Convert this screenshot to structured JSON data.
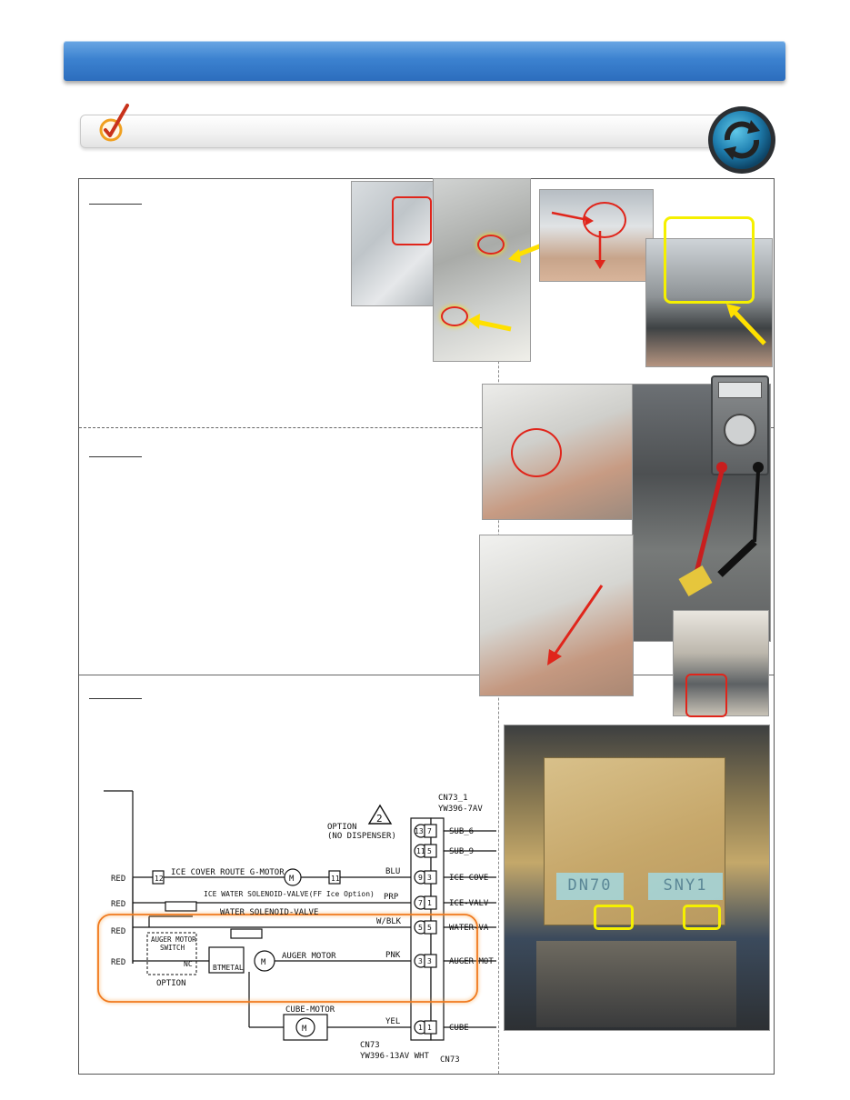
{
  "header": {
    "title": ""
  },
  "subheader": {
    "text": ""
  },
  "icons": {
    "check": "check-pen-icon",
    "refresh": "refresh-arrows-icon"
  },
  "colors": {
    "title_bar": "#3c82d0",
    "highlight_red": "#e0251b",
    "highlight_yellow": "#f5f000",
    "arrow_yellow": "#ffe000",
    "schematic_box": "#f07a1f",
    "pcb_display": "#a0dceb"
  },
  "meter": {
    "readout": ""
  },
  "pcb": {
    "display1": "DN70",
    "display2": "SNY1"
  },
  "schematic": {
    "option_label": "OPTION",
    "no_dispenser": "(NO DISPENSER)",
    "note_number": "2",
    "conn_top": "CN73_1",
    "conn_top_part": "YW396-7AV",
    "conn_bottom": "CN73",
    "conn_bottom_part": "YW396-13AV WHT",
    "conn_bottom_right": "CN73",
    "red": "RED",
    "components": {
      "ice_cover": "ICE COVER ROUTE G-MOTOR",
      "ice_water": "ICE WATER SOLENOID-VALVE(FF Ice Option)",
      "water_valve": "WATER SOLENOID-VALVE",
      "auger_switch_1": "AUGER MOTOR",
      "auger_switch_2": "SWITCH",
      "nc": "NC",
      "option_bottom": "OPTION",
      "btmetal": "BTMETAL",
      "auger_motor": "AUGER MOTOR",
      "cube_motor": "CUBE-MOTOR",
      "m": "M"
    },
    "wires": {
      "blu": "BLU",
      "prp": "PRP",
      "wblk": "W/BLK",
      "pnk": "PNK",
      "yel": "YEL"
    },
    "pins_left": [
      "13",
      "11",
      "9",
      "7",
      "5",
      "3",
      "1"
    ],
    "pins_right": [
      "7",
      "5",
      "3",
      "1",
      "5",
      "3",
      "1"
    ],
    "box_left": "12",
    "box_right": "11",
    "right_labels": [
      "SUB_6",
      "SUB_9",
      "ICE COVE",
      "ICE-VALV",
      "WATER-VA",
      "AUGER MOT",
      "CUBE"
    ]
  }
}
